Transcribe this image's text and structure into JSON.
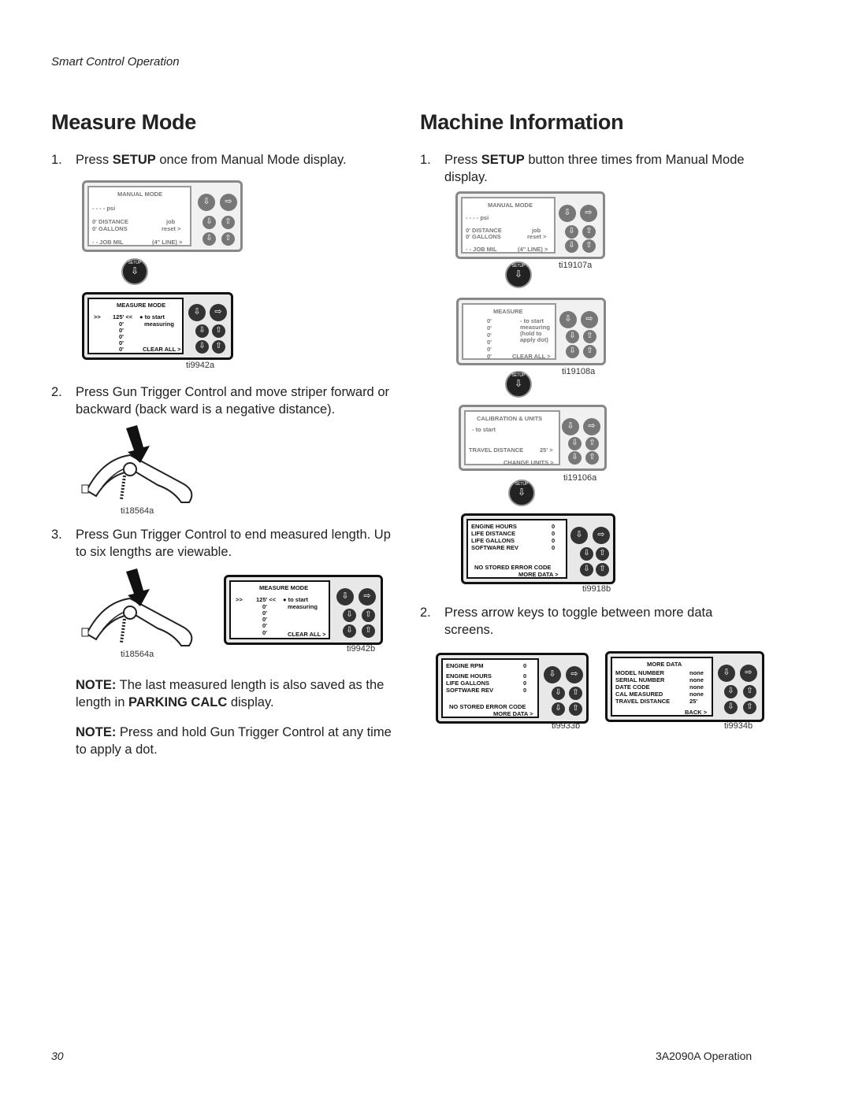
{
  "header": {
    "section": "Smart Control Operation"
  },
  "left": {
    "title": "Measure Mode",
    "step1": {
      "num": "1.",
      "pre": "Press ",
      "bold": "SETUP",
      "post": " once from Manual Mode display."
    },
    "manual_panel": {
      "title": "MANUAL MODE",
      "psi": "- - - -  psi",
      "r1a": "0'   DISTANCE",
      "r1b": "job",
      "r2a": "0'   GALLONS",
      "r2b": "reset  >",
      "r3a": "- -  JOB MIL",
      "r3b": "(4\" LINE)  >"
    },
    "measure_panel": {
      "title": "MEASURE MODE",
      "arrows": ">>",
      "v1": "125'  <<",
      "bullet": "●  to start",
      "measuring": "measuring",
      "zeros": [
        "0'",
        "0'",
        "0'",
        "0'",
        "0'"
      ],
      "clear": "CLEAR ALL >"
    },
    "cap1": "ti9942a",
    "step2": {
      "num": "2.",
      "text": "Press Gun Trigger Control and move striper forward or backward (back ward is a negative distance)."
    },
    "cap2": "ti18564a",
    "step3": {
      "num": "3.",
      "text": "Press Gun Trigger Control to end measured length. Up to six lengths are viewable."
    },
    "cap3a": "ti18564a",
    "cap3b": "ti9942b",
    "note1": {
      "label": "NOTE:",
      "pre": " The last measured length is also saved as the length in ",
      "bold": "PARKING CALC",
      "post": " display."
    },
    "note2": {
      "label": "NOTE:",
      "text": " Press and hold Gun Trigger Control at any time to apply a dot."
    }
  },
  "right": {
    "title": "Machine Information",
    "step1": {
      "num": "1.",
      "pre": "Press ",
      "bold": "SETUP",
      "post": " button three times from Manual Mode display."
    },
    "cap1": "ti19107a",
    "measure_panel": {
      "title": "MEASURE",
      "zeros": [
        "0'",
        "0'",
        "0'",
        "0'",
        "0'",
        "0'"
      ],
      "l1": "- to start",
      "l2": "measuring",
      "l3": "(hold to",
      "l4": "apply dot)",
      "clear": "CLEAR ALL  >"
    },
    "cap2": "ti19108a",
    "calib_panel": {
      "title": "CALIBRATION  &  UNITS",
      "l1": "- to start",
      "l2": "TRAVEL DISTANCE",
      "l2v": "25'  >",
      "l3": "CHANGE UNITS  >"
    },
    "cap3": "ti19106a",
    "engine_panel": {
      "rows": [
        [
          "ENGINE  HOURS",
          "0"
        ],
        [
          "LIFE DISTANCE",
          "0"
        ],
        [
          "LIFE GALLONS",
          "0"
        ],
        [
          "SOFTWARE REV",
          "0"
        ]
      ],
      "err": "NO STORED ERROR CODE",
      "more": "MORE DATA  >"
    },
    "cap4": "ti9918b",
    "step2": {
      "num": "2.",
      "text": "Press arrow keys to toggle between more data screens."
    },
    "rpm_panel": {
      "rows": [
        [
          "ENGINE  RPM",
          "0"
        ],
        [
          "ENGINE  HOURS",
          "0"
        ],
        [
          "LIFE GALLONS",
          "0"
        ],
        [
          "SOFTWARE REV",
          "0"
        ]
      ],
      "err": "NO STORED ERROR CODE",
      "more": "MORE DATA >"
    },
    "cap5": "ti9933b",
    "more_panel": {
      "title": "MORE DATA",
      "rows": [
        [
          "MODEL NUMBER",
          "none"
        ],
        [
          "SERIAL NUMBER",
          "none"
        ],
        [
          "DATE CODE",
          "none"
        ],
        [
          "CAL MEASURED",
          "none"
        ],
        [
          "TRAVEL DISTANCE",
          "25'"
        ]
      ],
      "back": "BACK >"
    },
    "cap6": "ti9934b"
  },
  "footer": {
    "page": "30",
    "doc": "3A2090A Operation"
  },
  "icons": {
    "setup": "SETUP",
    "down": "⇩",
    "up": "⇧",
    "nav": "⇨"
  }
}
